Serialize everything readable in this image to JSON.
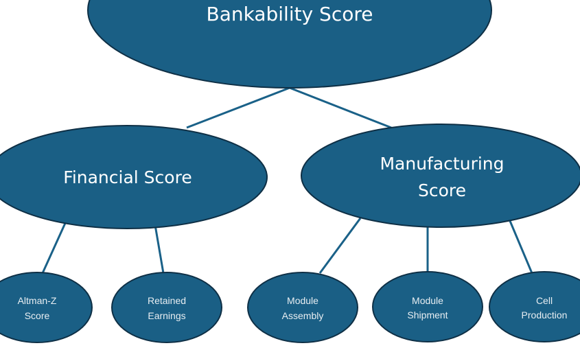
{
  "diagram": {
    "type": "hierarchy",
    "root": {
      "id": "bankability",
      "lines": [
        "Bankability Score"
      ]
    },
    "level1": [
      {
        "id": "financial",
        "lines": [
          "Financial Score"
        ]
      },
      {
        "id": "manufacturing",
        "lines": [
          "Manufacturing",
          "Score"
        ]
      }
    ],
    "level2": [
      {
        "id": "altman",
        "parent": "financial",
        "lines": [
          "Altman-Z",
          "Score"
        ]
      },
      {
        "id": "retained",
        "parent": "financial",
        "lines": [
          "Retained",
          "Earnings"
        ]
      },
      {
        "id": "module-assembly",
        "parent": "manufacturing",
        "lines": [
          "Module",
          "Assembly"
        ]
      },
      {
        "id": "module-shipment",
        "parent": "manufacturing",
        "lines": [
          "Module",
          "Shipment"
        ]
      },
      {
        "id": "cell-production",
        "parent": "manufacturing",
        "lines": [
          "Cell",
          "Production"
        ]
      }
    ],
    "colors": {
      "node_fill": "#1a5f85",
      "node_stroke": "#0e2f45",
      "edge": "#1a6188",
      "text": "#ffffff"
    }
  }
}
